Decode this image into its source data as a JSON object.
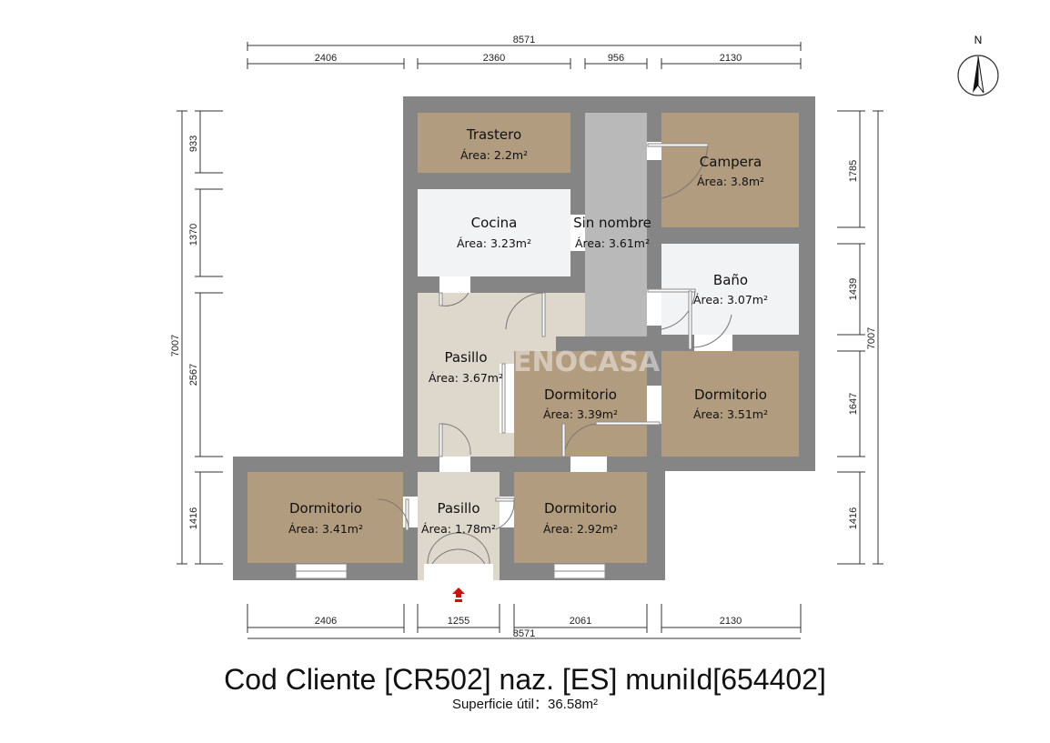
{
  "plan": {
    "north_label": "N",
    "watermark": "ENOCASA",
    "rooms": [
      {
        "name": "Trastero",
        "area": "Área: 2.2m²"
      },
      {
        "name": "Campera",
        "area": "Área: 3.8m²"
      },
      {
        "name": "Cocina",
        "area": "Área: 3.23m²"
      },
      {
        "name": "Sin nombre",
        "area": "Área: 3.61m²"
      },
      {
        "name": "Baño",
        "area": "Área: 3.07m²"
      },
      {
        "name": "Pasillo",
        "area": "Área: 3.67m²"
      },
      {
        "name": "Dormitorio",
        "area": "Área: 3.39m²"
      },
      {
        "name": "Dormitorio",
        "area": "Área: 3.51m²"
      },
      {
        "name": "Dormitorio",
        "area": "Área: 3.41m²"
      },
      {
        "name": "Pasillo",
        "area": "Área: 1.78m²"
      },
      {
        "name": "Dormitorio",
        "area": "Área: 2.92m²"
      }
    ],
    "dims": {
      "top_total": "8571",
      "top": [
        "2406",
        "2360",
        "956",
        "2130"
      ],
      "bottom": [
        "2406",
        "1255",
        "2061",
        "2130"
      ],
      "bottom_total": "8571",
      "left_total": "7007",
      "left": [
        "933",
        "1370",
        "2567",
        "1416"
      ],
      "right_total": "7007",
      "right": [
        "1785",
        "1439",
        "1647",
        "1416"
      ]
    },
    "colors": {
      "wall": "#858585",
      "wood": "#b29c7f",
      "tile": "#f2f3f4",
      "entrance_arrow": "#cc1111"
    }
  },
  "caption": {
    "title": "Cod Cliente [CR502] naz. [ES] muniId[654402]",
    "subtitle": "Superficie útil：36.58m²"
  }
}
